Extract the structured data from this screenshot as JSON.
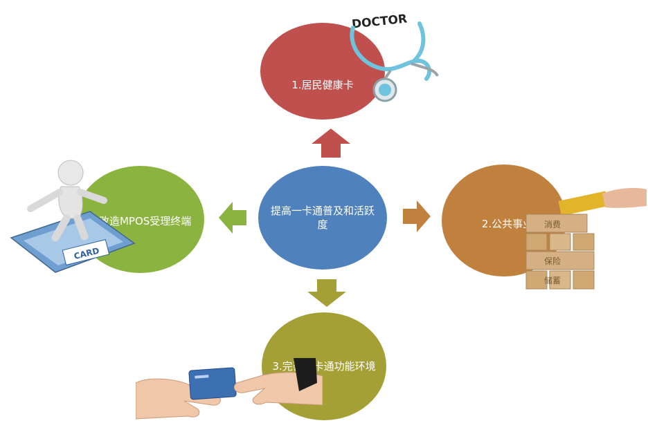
{
  "colors": {
    "top": "#c0504d",
    "center": "#4f81bd",
    "right": "#c0813e",
    "left": "#8ab43f",
    "bottom": "#a5a035",
    "arrow_top": "#c0504d",
    "arrow_right": "#c0813e",
    "arrow_bottom": "#a5a035",
    "arrow_left": "#8ab43f"
  },
  "center": {
    "label": "提高一卡通普及和活跃度"
  },
  "nodes": {
    "top": {
      "label": "1.居民健康卡",
      "icon": "stethoscope-icon",
      "badge": "DOCTOR"
    },
    "right": {
      "label": "2.公共事业应用",
      "icon": "wooden-blocks-icon",
      "block_labels": [
        "消费",
        "保险",
        "储蓄"
      ]
    },
    "bottom": {
      "label": "3.完善一卡通功能环境",
      "icon": "card-handover-icon"
    },
    "left": {
      "label": "4.改造MPOS受理终端",
      "icon": "card-surfer-icon",
      "card_text": "CARD"
    }
  }
}
